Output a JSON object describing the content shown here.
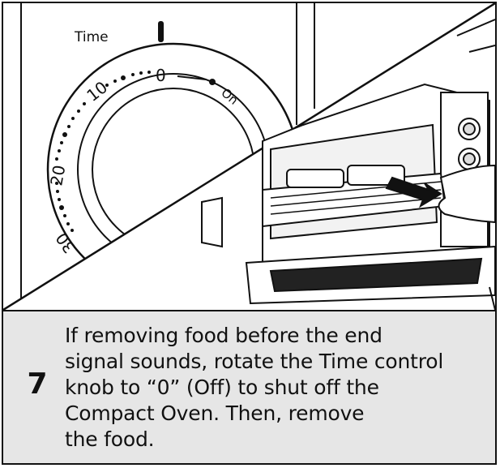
{
  "dial": {
    "title": "Time",
    "marks": [
      "0",
      "On",
      "10",
      "20",
      "30"
    ]
  },
  "step": {
    "number": "7",
    "lines": [
      "If removing food before the end",
      "signal sounds, rotate the Time control",
      "knob to “0” (Off) to shut off the",
      "Compact Oven. Then, remove",
      "the food."
    ]
  },
  "colors": {
    "caption_bg": "#e6e6e6",
    "ink": "#111111"
  }
}
